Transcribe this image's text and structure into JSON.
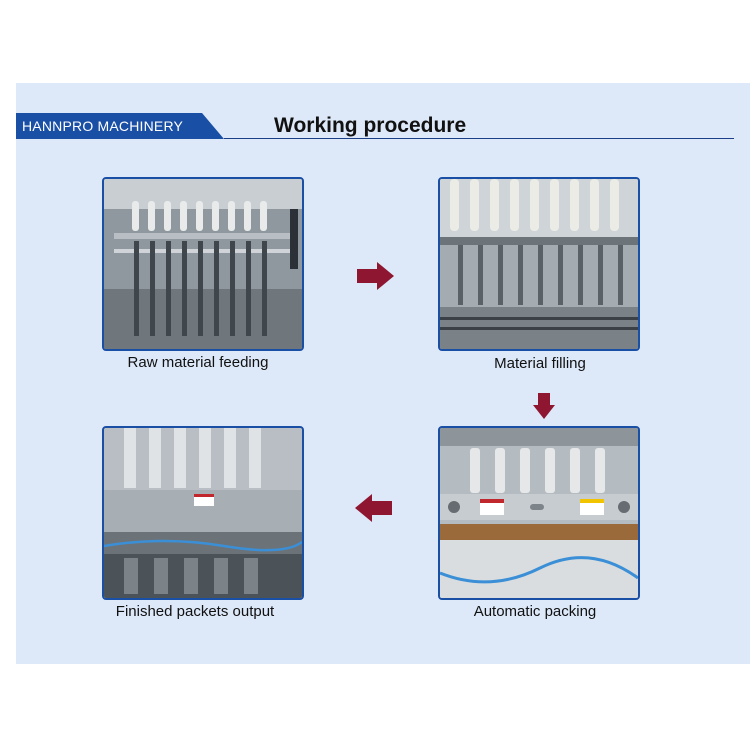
{
  "header": {
    "brand": "HANNPRO  MACHINERY",
    "title": "Working procedure"
  },
  "steps": [
    {
      "caption": "Raw material feeding"
    },
    {
      "caption": "Material filling"
    },
    {
      "caption": "Automatic packing"
    },
    {
      "caption": "Finished packets output"
    }
  ],
  "colors": {
    "brand_blue": "#1a4fa6",
    "arrow": "#8e1630",
    "panel_bg": "#dde9f9"
  },
  "icons": {
    "flow_arrow": "arrow-icon"
  }
}
